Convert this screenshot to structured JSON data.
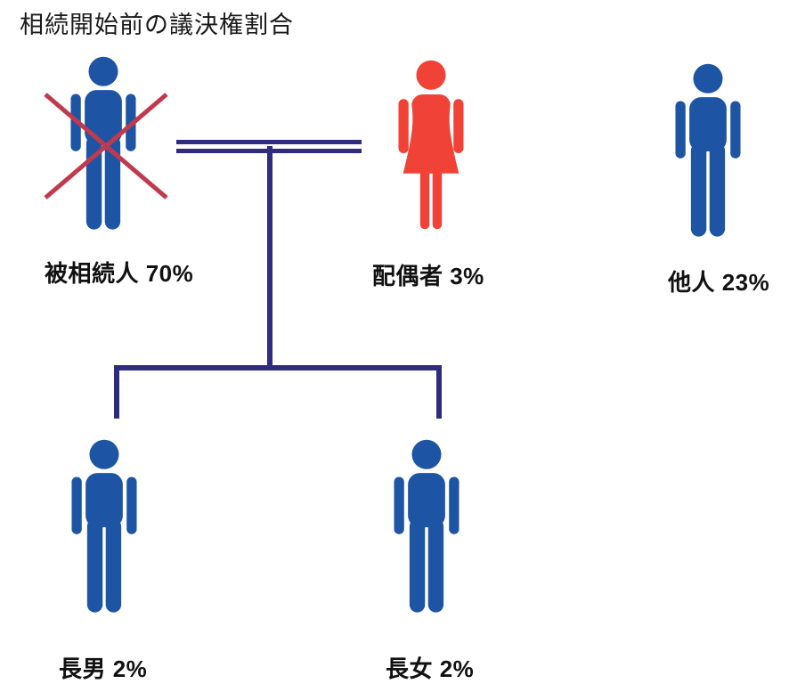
{
  "title": "相続開始前の議決権割合",
  "colors": {
    "person_blue": "#1d55a4",
    "person_red": "#f04236",
    "connector": "#2f2b7f",
    "cross": "#c03a4d",
    "label": "#111111",
    "background": "#ffffff"
  },
  "people": [
    {
      "role": "decedent",
      "label": "被相続人 70%",
      "name": "被相続人",
      "share": "70%",
      "icon": "male-person-icon",
      "color": "#1d55a4",
      "crossed_out": true
    },
    {
      "role": "spouse",
      "label": "配偶者 3%",
      "name": "配偶者",
      "share": "3%",
      "icon": "female-person-icon",
      "color": "#f04236",
      "crossed_out": false
    },
    {
      "role": "other",
      "label": "他人 23%",
      "name": "他人",
      "share": "23%",
      "icon": "male-person-icon",
      "color": "#1d55a4",
      "crossed_out": false
    },
    {
      "role": "eldest-son",
      "label": "長男 2%",
      "name": "長男",
      "share": "2%",
      "icon": "male-person-icon",
      "color": "#1d55a4",
      "crossed_out": false
    },
    {
      "role": "eldest-daughter",
      "label": "長女 2%",
      "name": "長女",
      "share": "2%",
      "icon": "male-person-icon",
      "color": "#1d55a4",
      "crossed_out": false
    }
  ]
}
